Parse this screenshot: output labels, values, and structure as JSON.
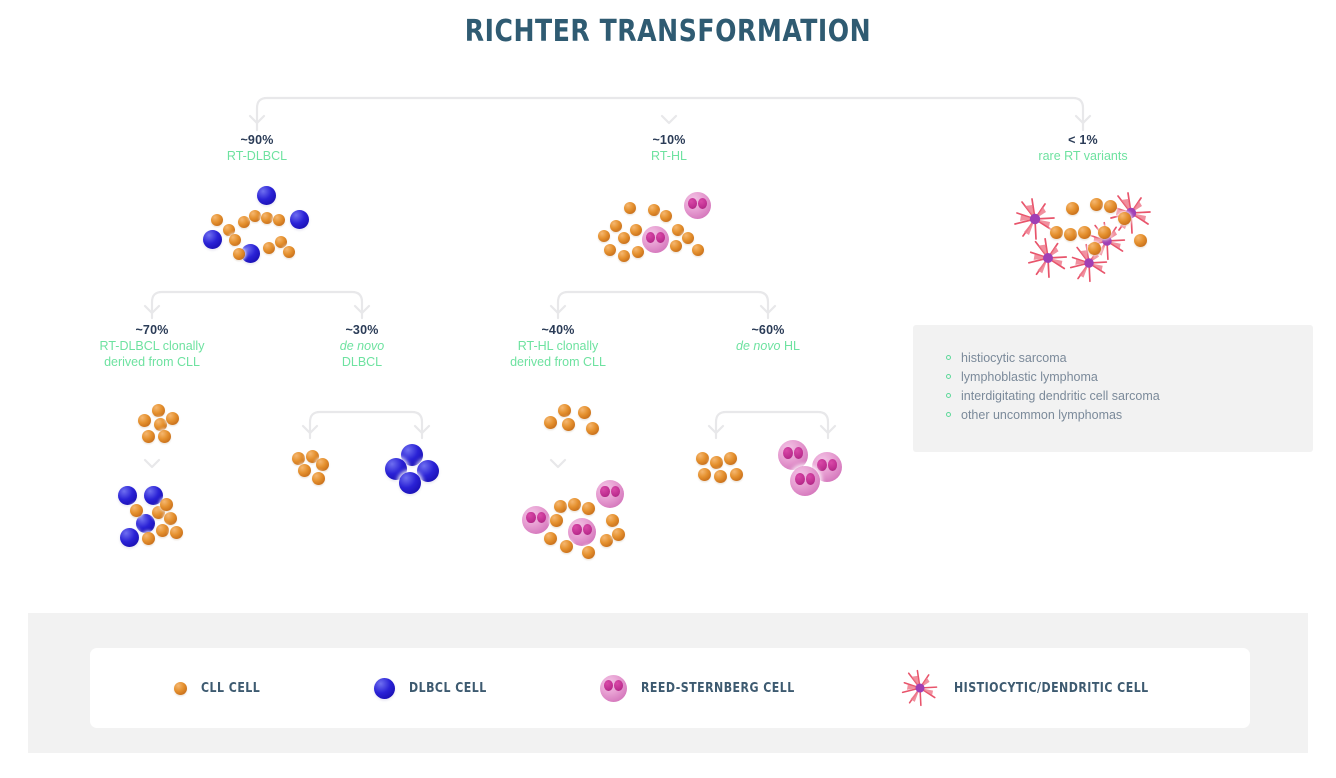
{
  "title": "RICHTER TRANSFORMATION",
  "colors": {
    "title": "#2f5b72",
    "green_label": "#6ee2a0",
    "percent": "#2b3c57",
    "connector": "#e8e8ea",
    "panel_bg": "#f2f2f2",
    "cll_cell": "#e5912f",
    "dlbcl_cell": "#2a22d6",
    "reed_sternberg_cell": "#d87ec0",
    "dendritic_cell": "#e8546b"
  },
  "tier1": [
    {
      "percent": "~90%",
      "label": "RT-DLBCL"
    },
    {
      "percent": "~10%",
      "label": "RT-HL"
    },
    {
      "percent": "< 1%",
      "label": "rare RT variants"
    }
  ],
  "tier2": [
    {
      "percent": "~70%",
      "line1": "RT-DLBCL clonally",
      "line2": "derived from CLL",
      "italic1": "",
      "italic_line": "none"
    },
    {
      "percent": "~30%",
      "line1": "de novo",
      "line2": "DLBCL",
      "italic_line": "first"
    },
    {
      "percent": "~40%",
      "line1": "RT-HL clonally",
      "line2": "derived from CLL",
      "italic_line": "none"
    },
    {
      "percent": "~60%",
      "line1": "de novo",
      "line1_tail": " HL",
      "line2": "",
      "italic_line": "first"
    }
  ],
  "rare_variants": {
    "items": [
      "histiocytic sarcoma",
      "lymphoblastic lymphoma",
      "interdigitating dendritic cell sarcoma",
      "other uncommon lymphomas"
    ]
  },
  "legend": {
    "items": [
      {
        "label": "CLL CELL",
        "icon": "cll-cell-icon"
      },
      {
        "label": "DLBCL CELL",
        "icon": "dlbcl-cell-icon"
      },
      {
        "label": "REED-STERNBERG CELL",
        "icon": "reed-sternberg-cell-icon"
      },
      {
        "label": "HISTIOCYTIC/DENDRITIC CELL",
        "icon": "histiocytic-dendritic-cell-icon"
      }
    ]
  }
}
